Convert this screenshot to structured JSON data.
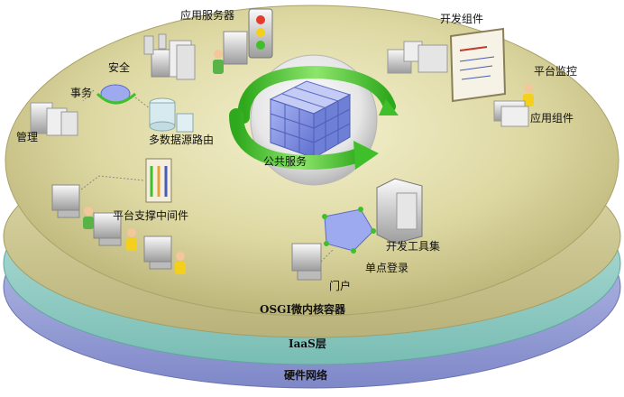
{
  "layers": {
    "osgi": "OSGI微内核容器",
    "iaas": "IaaS层",
    "hardware": "硬件网络"
  },
  "labels": {
    "app_server": "应用服务器",
    "dev_components": "开发组件",
    "platform_monitor": "平台监控",
    "app_components": "应用组件",
    "security": "安全",
    "transaction": "事务",
    "management": "管理",
    "multi_datasource_routing": "多数据源路由",
    "public_service": "公共服务",
    "platform_support_middleware": "平台支撑中间件",
    "dev_toolset": "开发工具集",
    "single_sign_on": "单点登录",
    "portal": "门户"
  },
  "colors": {
    "disc_top": "#d9d49a",
    "disc_top_edge": "#b8b276",
    "layer_osgi": "#d2cb8a",
    "layer_iaas": "#8ecfc8",
    "layer_hardware": "#9aa3d8",
    "arrow_green": "#3fbf2a",
    "cube_blue": "#7f8fe0"
  }
}
